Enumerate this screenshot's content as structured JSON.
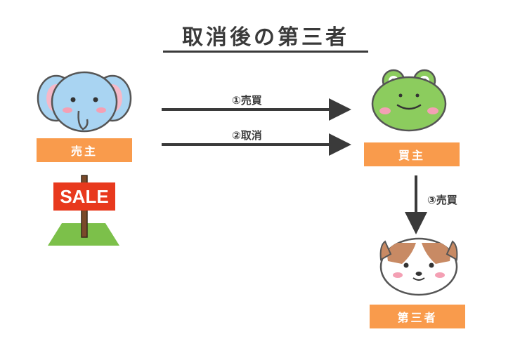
{
  "title": "取消後の第三者",
  "seller": {
    "label": "売主"
  },
  "buyer": {
    "label": "買主"
  },
  "third_party": {
    "label": "第三者"
  },
  "sign": {
    "text": "SALE"
  },
  "arrows": {
    "sale": "①売買",
    "cancel": "②取消",
    "resale": "③売買"
  },
  "colors": {
    "label_bg": "#f99b4c",
    "arrow": "#3a3a3a",
    "sign_bg": "#e8391d",
    "grass": "#7cc04a",
    "elephant": "#a9d4f2",
    "frog": "#8ccc5e",
    "dog_patch": "#c88a64"
  }
}
